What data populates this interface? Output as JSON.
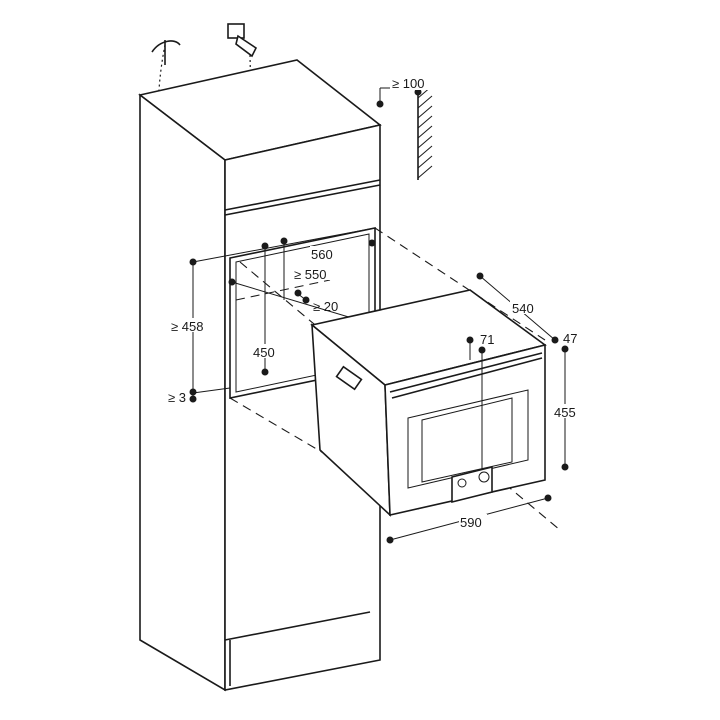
{
  "diagram": {
    "description_labels": {
      "top_clearance": "≥ 100",
      "niche_width": "560",
      "niche_depth": "≥ 550",
      "vent_gap": "≥ 20",
      "niche_height": "450",
      "niche_height_min": "≥ 458",
      "floor_gap": "≥ 3",
      "appliance_depth": "540",
      "door_depth": "47",
      "control_offset": "71",
      "appliance_height": "455",
      "appliance_width": "590"
    },
    "colors": {
      "line": "#1a1a1a",
      "background": "#ffffff"
    }
  }
}
